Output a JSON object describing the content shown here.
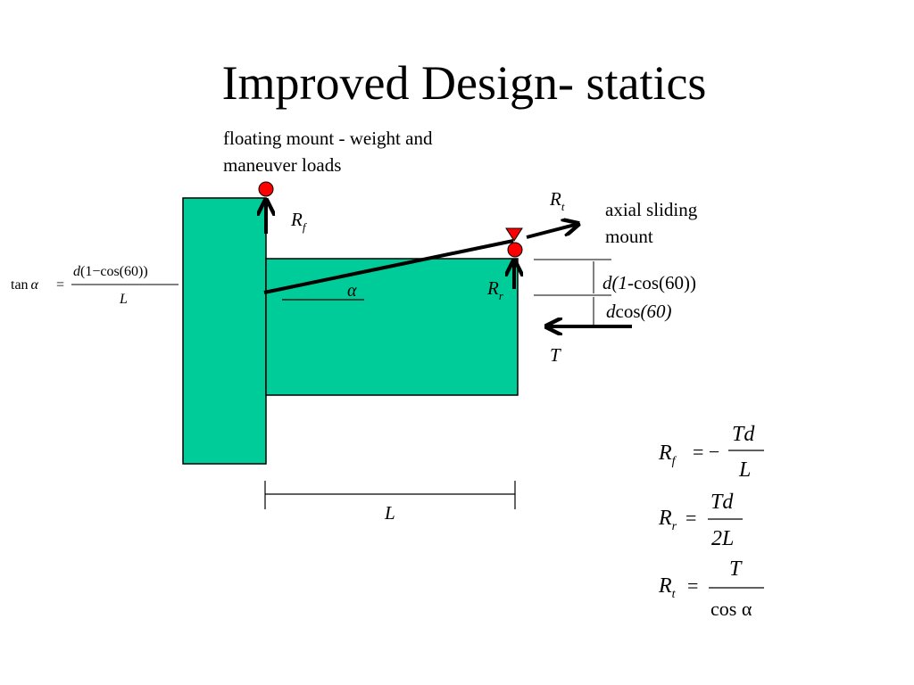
{
  "title": "Improved Design- statics",
  "labels": {
    "floating_mount_line1": "floating mount - weight and",
    "floating_mount_line2": "maneuver loads",
    "axial_line1": "axial sliding",
    "axial_line2": "mount",
    "rf_main": "R",
    "rf_sub": "f",
    "rt_main": "R",
    "rt_sub": "t",
    "rr_main": "R",
    "rr_sub": "r",
    "alpha": "α",
    "t_force": "T",
    "length": "L",
    "dim_offset_d": "d",
    "dim_offset_one": "(1",
    "dim_offset_rest": "-cos(60))",
    "dim_height_d": "d",
    "dim_height_cos": "cos",
    "dim_height_arg": "(60)"
  },
  "tan_equation": {
    "lhs_fn": "tan",
    "lhs_var": "α",
    "eq": "=",
    "num_d": "d",
    "num_rest": "(1−cos(60))",
    "den": "L"
  },
  "equations": {
    "rf": {
      "main": "R",
      "sub": "f",
      "sign": "= −",
      "num": "Td",
      "den": "L"
    },
    "rr": {
      "main": "R",
      "sub": "r",
      "sign": "=",
      "num": "Td",
      "den": "2L"
    },
    "rt": {
      "main": "R",
      "sub": "t",
      "sign": "=",
      "num": "T",
      "den": "cos α"
    }
  },
  "colors": {
    "body_fill": "#00cc99",
    "mount_red": "#ff0000",
    "line": "#000000"
  }
}
